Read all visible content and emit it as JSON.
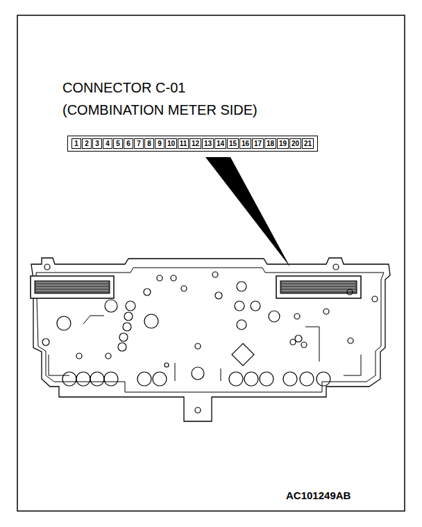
{
  "diagram": {
    "nodes": [
      {
        "text": [
          "CONNECTOR C-01 (COMBINATION METER SIDE)"
        ]
      },
      {
        "text": [
          "1"
        ],
        "in": 0
      },
      {
        "text": [
          "2"
        ],
        "in": 0
      },
      {
        "text": [
          "3"
        ],
        "in": 0
      },
      {
        "text": [
          "4"
        ],
        "in": 0
      },
      {
        "text": [
          "5"
        ],
        "in": 0
      },
      {
        "text": [
          "6"
        ],
        "in": 0
      },
      {
        "text": [
          "7"
        ],
        "in": 0
      },
      {
        "text": [
          "8"
        ],
        "in": 0
      },
      {
        "text": [
          "9"
        ],
        "in": 0
      },
      {
        "text": [
          "10"
        ],
        "in": 0
      },
      {
        "text": [
          "11"
        ],
        "in": 0
      },
      {
        "text": [
          "12"
        ],
        "in": 0
      },
      {
        "text": [
          "13"
        ],
        "in": 0
      },
      {
        "text": [
          "14"
        ],
        "in": 0
      },
      {
        "text": [
          "15"
        ],
        "in": 0
      },
      {
        "text": [
          "16"
        ],
        "in": 0
      },
      {
        "text": [
          "17"
        ],
        "in": 0
      },
      {
        "text": [
          "18"
        ],
        "in": 0
      },
      {
        "text": [
          "19"
        ],
        "in": 0
      },
      {
        "text": [
          "20"
        ],
        "in": 0
      },
      {
        "text": [
          "21"
        ],
        "in": 0
      }
    ],
    "labels": [
      "AC101249AB"
    ]
  }
}
